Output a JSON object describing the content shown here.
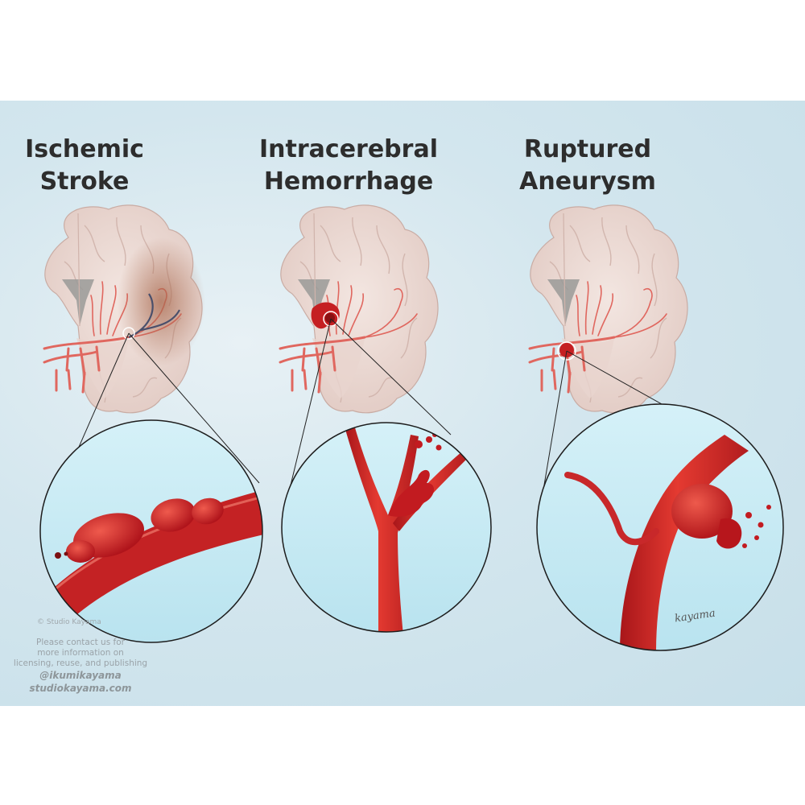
{
  "panels": [
    {
      "title_line1": "Ischemic",
      "title_line2": "Stroke"
    },
    {
      "title_line1": "Intracerebral",
      "title_line2": "Hemorrhage"
    },
    {
      "title_line1": "Ruptured",
      "title_line2": "Aneurysm"
    }
  ],
  "credit": {
    "copyright": "© Studio Kayama",
    "line1": "Please contact us for",
    "line2": "more information on",
    "line3": "licensing, reuse, and publishing",
    "handle": "@ikumikayama",
    "site": "studiokayama.com"
  },
  "signature": "kayama",
  "colors": {
    "background": "#cfe3ec",
    "lens": "#c9eaf3",
    "artery": "#d8302a",
    "brain": "#eddcd6"
  }
}
